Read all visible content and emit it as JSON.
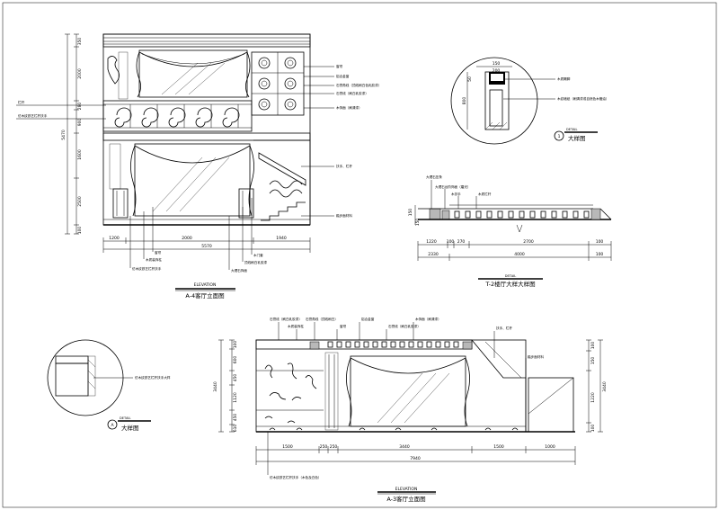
{
  "titles": {
    "top_elevation": {
      "label": "ELEVATION",
      "name": "A-4客厅立面图"
    },
    "bottom_elevation": {
      "label": "ELEVATION",
      "name": "A-3客厅立面图"
    },
    "detail_1": {
      "label": "DETAIL",
      "num": "1",
      "name": "大样图"
    },
    "detail_a": {
      "label": "DETAIL",
      "num": "A",
      "name": "大样图"
    },
    "stair_detail": {
      "label": "DETAIL",
      "name": "T-2楼厅大样大样图"
    }
  },
  "top_elevation": {
    "vert_dims": [
      "350",
      "2000",
      "280",
      "900",
      "1600",
      "2500",
      "100"
    ],
    "overall_vert": "5470",
    "horiz_dims": [
      "1200",
      "2000",
      "1940"
    ],
    "overall_horiz": "5570",
    "right_notes": [
      "窗帘",
      "铝合金窗",
      "石膏角线（顶线刷白色乳胶漆）",
      "石膏线（刷白乳胶漆）",
      "木饰面（刷清漆）"
    ],
    "right_notes_lower": [
      "扶手、栏杆",
      "踏步面材料"
    ],
    "left_notes": [
      "栏杆",
      "仿木纹铁艺栏杆扶手"
    ],
    "bottom_notes": [
      "窗帘",
      "木质装饰柱",
      "仿木纹铁艺栏杆扶手",
      "木门套",
      "顶线刷白乳胶漆",
      "大理石饰面"
    ]
  },
  "detail_1": {
    "dims": [
      "150",
      "800",
      "50",
      "200"
    ],
    "notes": [
      "木质踢脚",
      "木纹墙纸（刷清漆或自然色木蜡油）"
    ]
  },
  "stair_detail": {
    "notes": [
      "大理石压条",
      "大理石台阶饰面（磨光）",
      "木扶手",
      "木质栏杆"
    ],
    "vert_dims": [
      "150",
      "150"
    ],
    "horiz_dims": [
      "1220",
      "100",
      "270",
      "2700",
      "100"
    ],
    "overall_parts": [
      "2330",
      "4000",
      "100"
    ]
  },
  "detail_a": {
    "note": "仿木纹铁艺栏杆扶手大样"
  },
  "bottom_elevation": {
    "top_notes": [
      "石膏线（刷白乳胶漆）",
      "木质装饰柱",
      "石膏角线（顶线刷白）",
      "窗帘",
      "铝合金窗",
      "石膏线（刷白乳胶漆）",
      "木饰面（刷清漆）"
    ],
    "right_notes": [
      "扶手、栏杆",
      "踏步面材料"
    ],
    "left_vert_dims": [
      "100",
      "600",
      "450",
      "1120",
      "450",
      "610",
      "100"
    ],
    "overall_left": "3440",
    "right_vert_dims": [
      "100",
      "150",
      "1220",
      "100"
    ],
    "overall_right": "3440",
    "horiz_dims": [
      "1500",
      "250",
      "250",
      "3440",
      "1500",
      "1000"
    ],
    "overall_horiz": "7940",
    "bottom_note": "仿木纹铁艺栏杆扶手（木色及白色）"
  }
}
